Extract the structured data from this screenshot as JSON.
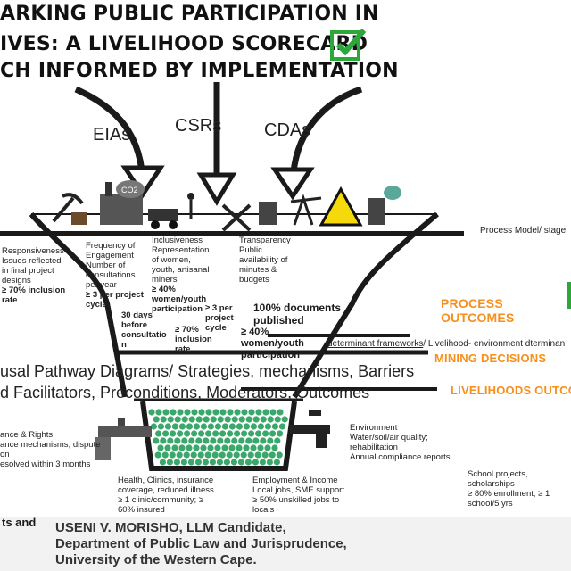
{
  "title": {
    "line1": "ARKING PUBLIC PARTICIPATION IN",
    "line2": "IVES: A LIVELIHOOD SCORECARD",
    "line3": "CH INFORMED BY IMPLEMENTATION"
  },
  "channels": {
    "eias": "EIAs",
    "csrs": "CSRs",
    "cdas": "CDAs"
  },
  "process_model_label": "Process Model/ stage",
  "criteria": {
    "responsiveness": [
      "Responsiveness",
      "Issues reflected",
      "in final project",
      "designs"
    ],
    "responsiveness_target": [
      "≥ 70% inclusion",
      "rate"
    ],
    "frequency": [
      "Frequency of",
      "Engagement",
      "Number of",
      "consultations",
      "per year"
    ],
    "frequency_target": [
      "≥ 3 per project",
      "cycle"
    ],
    "inclusiveness": [
      "Inclusiveness",
      "Representation",
      "of women,",
      "youth, artisanal",
      "miners"
    ],
    "inclusiveness_target": [
      "≥ 40%",
      "women/youth",
      "participation"
    ],
    "transparency": [
      "Transparency",
      "Public",
      "availability of",
      "minutes &",
      "budgets"
    ]
  },
  "inner": {
    "days": [
      "30 days",
      "before",
      "consultatio",
      "n"
    ],
    "inclusion": [
      "≥ 70%",
      "inclusion",
      "rate"
    ],
    "per_cycle": [
      "≥ 3 per",
      "project",
      "cycle"
    ],
    "docs": [
      "100% documents",
      "published"
    ],
    "women": [
      "≥ 40%",
      "women/youth",
      "participation"
    ]
  },
  "outcomes": {
    "process": "PROCESS OUTCOMES",
    "mining": "MINING DECISIONS",
    "livelihoods": "LIVELIHOODS OUTCOME"
  },
  "determinant": {
    "underlined": "determinant frameworks",
    "rest": "/ Livelihood- environment dterminan"
  },
  "pathway": {
    "line1": "usal Pathway Diagrams/ Strategies, mechanisms, Barriers",
    "line2": "d Facilitators, Preconditions, Moderators, Outcomes"
  },
  "bottom": {
    "governance": [
      "ance & Rights",
      "ance mechanisms; dispute",
      "on",
      "esolved within 3 months"
    ],
    "health": [
      "Health, Clinics, insurance",
      "coverage, reduced illness",
      "≥ 1 clinic/community; ≥",
      "60% insured"
    ],
    "employment": [
      "Employment & Income",
      "Local jobs, SME support",
      "≥ 50% unskilled jobs to",
      "locals"
    ],
    "environment": [
      "Environment",
      "Water/soil/air quality;",
      "rehabilitation",
      "Annual compliance reports"
    ],
    "school": [
      "School projects,",
      "scholarships",
      "≥ 80% enrollment; ≥ 1",
      "school/5 yrs"
    ]
  },
  "left_fragment": "ts and",
  "author": {
    "line1": "USENI V. MORISHO, LLM Candidate,",
    "line2": "Department of Public Law and Jurisprudence,",
    "line3": "University of the Western Cape."
  },
  "icons": [
    "pickaxe-icon",
    "factory-co2-icon",
    "mining-truck-icon",
    "miner-icon",
    "crossed-tools-icon",
    "oil-pump-icon",
    "hazard-icon",
    "waste-barrel-icon",
    "water-tap-icon"
  ],
  "colors": {
    "accent_orange": "#f5901e",
    "check_green": "#2aa83a",
    "bead_green": "#3aa86b",
    "stroke": "#1a1a1a"
  }
}
